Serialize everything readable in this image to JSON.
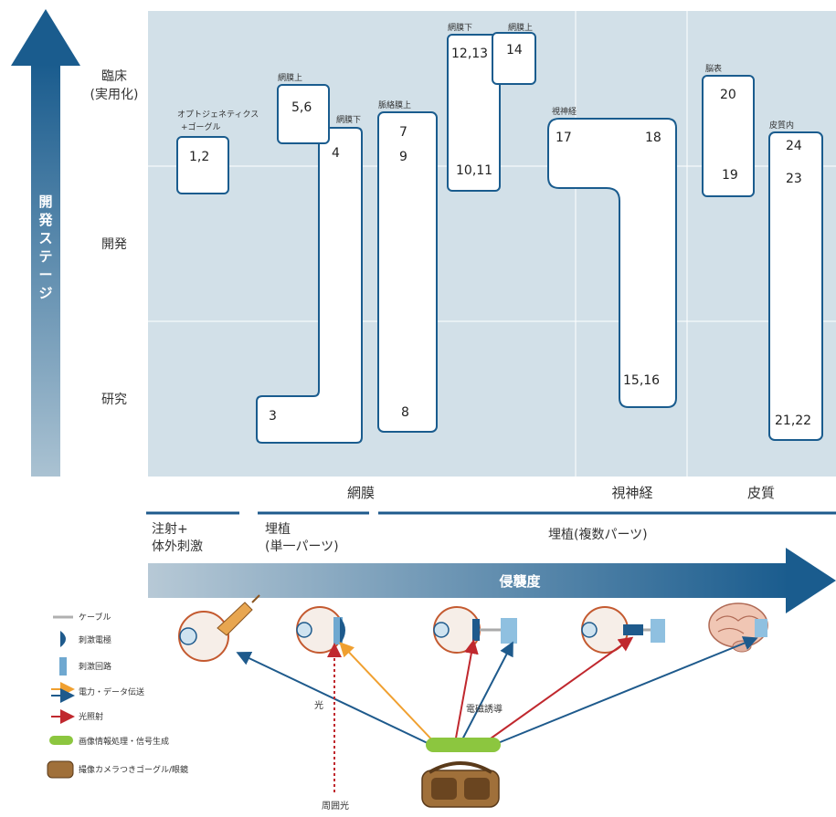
{
  "stage_axis": {
    "title": "開発ステージ",
    "levels": [
      "臨床",
      "(実用化)",
      "開発",
      "研究"
    ]
  },
  "boxes": {
    "b1": {
      "label": "オプトジェネティクス",
      "label2": "+ゴーグル",
      "nums": [
        "1,2"
      ]
    },
    "b56": {
      "label": "網膜上",
      "nums": [
        "5,6"
      ]
    },
    "b34": {
      "label": "網膜下",
      "nums": [
        "4",
        "3"
      ]
    },
    "b789": {
      "label": "脈絡膜上",
      "nums": [
        "7",
        "9",
        "8"
      ]
    },
    "b1213": {
      "label": "網膜下",
      "nums": [
        "12,13",
        "10,11"
      ]
    },
    "b14": {
      "label": "網膜上",
      "nums": [
        "14"
      ]
    },
    "bon": {
      "label": "視神経",
      "nums": [
        "17",
        "18",
        "15,16"
      ]
    },
    "bsurf": {
      "label": "脳表",
      "nums": [
        "20",
        "19"
      ]
    },
    "bcort": {
      "label": "皮質内",
      "nums": [
        "24",
        "23",
        "21,22"
      ]
    }
  },
  "regions": [
    "網膜",
    "視神経",
    "皮質"
  ],
  "categories": [
    "注射+",
    "体外刺激",
    "埋植",
    "(単一パーツ)",
    "埋植(複数パーツ)"
  ],
  "invasiveness": "侵襲度",
  "legend": [
    "ケーブル",
    "刺激電極",
    "刺激回路",
    "電力・データ伝送",
    "光照射",
    "画像情報処理・信号生成",
    "撮像カメラつきゴーグル/眼鏡"
  ],
  "annotations": {
    "light": "光",
    "em_induction": "電磁誘導",
    "ambient_light": "周囲光"
  },
  "colors": {
    "panel": "#d2e0e8",
    "arrow_dark": "#1a5c8e",
    "arrow_light": "#aac2d2",
    "green": "#8cc63f",
    "orange": "#f0a030",
    "red": "#c0282e",
    "blue": "#1e5a8c"
  }
}
